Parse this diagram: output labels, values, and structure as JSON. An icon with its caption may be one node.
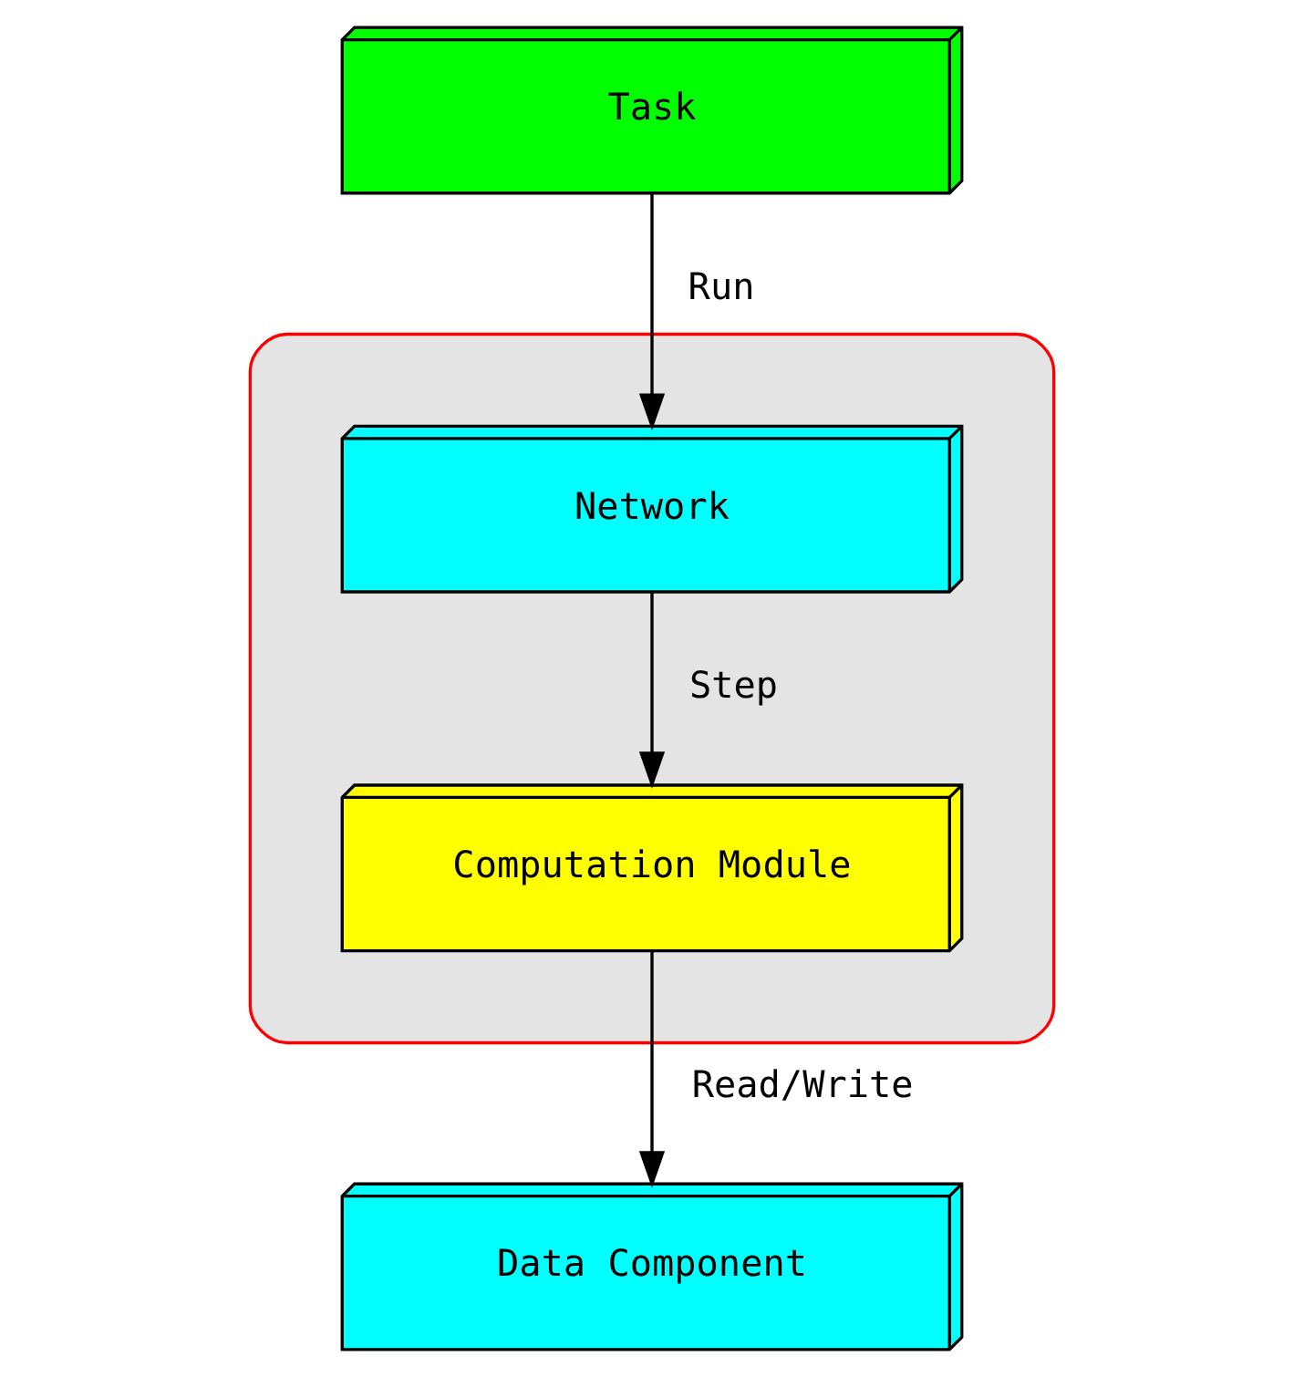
{
  "diagram": {
    "nodes": [
      {
        "text": [
          "Task"
        ]
      },
      {
        "text": [],
        "shape": "ellipse"
      },
      {
        "text": [
          "Network"
        ],
        "in": 1
      },
      {
        "text": [
          "Computation Module"
        ],
        "in": 1
      },
      {
        "text": [
          "Data Component"
        ]
      }
    ],
    "edges": [
      {
        "from": 0,
        "to": 2,
        "arrow": "to",
        "label": "Run"
      },
      {
        "from": 2,
        "to": 3,
        "arrow": "to",
        "label": "Step"
      },
      {
        "from": 3,
        "to": 4,
        "arrow": "to",
        "label": "Read/Write"
      }
    ]
  }
}
